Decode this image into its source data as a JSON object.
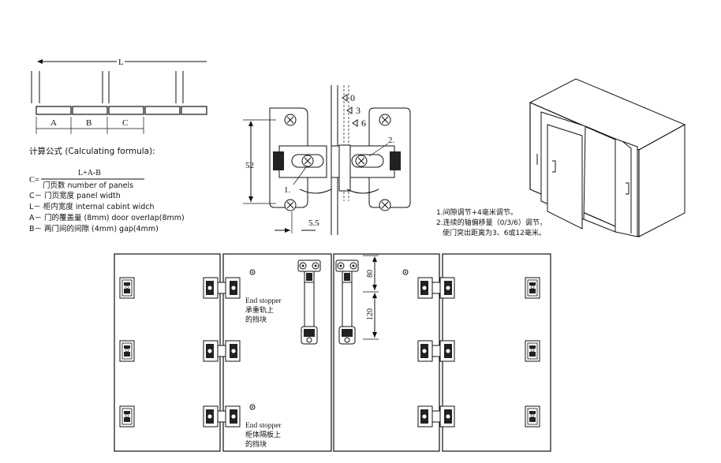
{
  "formula": {
    "L_label": "L",
    "A_label": "A",
    "B_label": "B",
    "C_label": "C",
    "title": "计算公式 (Calculating formula):",
    "C_eq": "C=",
    "numerator": "L+A-B",
    "denominator": "门页数 number of panels",
    "def_C": "C－ 门页宽度 panel width",
    "def_L": "L－ 柜内宽度  internal cabint widch",
    "def_A": "A－ 门的覆盖量 (8mm) door overlap(8mm)",
    "def_B": "B－ 两门间的间隙 (4mm) gap(4mm)"
  },
  "hinge_detail": {
    "adj_0": "0",
    "adj_3": "3",
    "adj_6": "6",
    "dim_52": "52",
    "dim_5_5": "5.5",
    "label_1": "1.",
    "label_2": "2."
  },
  "notes": {
    "line1": "1.间隙调节+4毫米调节。",
    "line2": "2.连续的轴偏移量（0/3/6）调节，",
    "line3": "使门突出距离为3、6或12毫米。"
  },
  "bottom": {
    "stopper_top_en": "End stopper",
    "stopper_top_cn1": "承重轨上",
    "stopper_top_cn2": "的挡块",
    "stopper_bottom_en": "End stopper",
    "stopper_bottom_cn1": "柜体隔板上",
    "stopper_bottom_cn2": "的挡块",
    "dim_80": "80",
    "dim_120": "120"
  }
}
